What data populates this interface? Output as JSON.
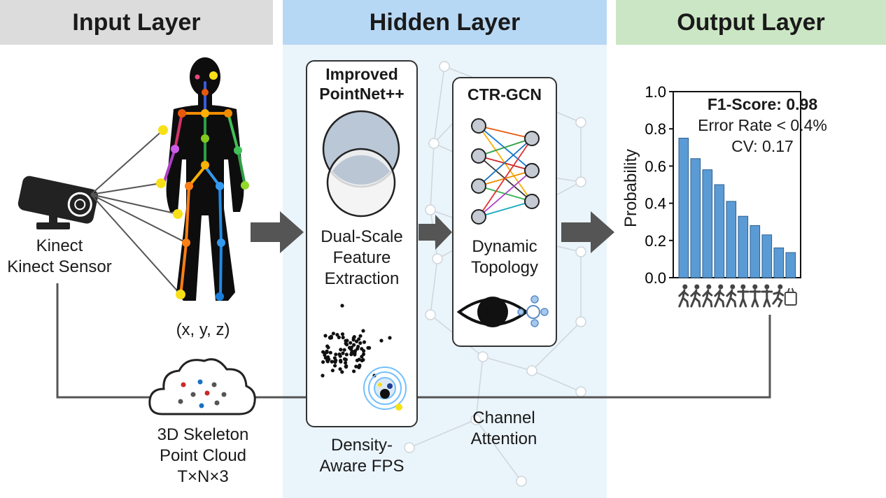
{
  "headers": {
    "input": "Input Layer",
    "hidden": "Hidden Layer",
    "output": "Output Layer"
  },
  "input": {
    "sensor_label_1": "Kinect",
    "sensor_label_2": "Kinect Sensor",
    "coords": "(x, y, z)",
    "cloud_label_1": "3D Skeleton",
    "cloud_label_2": "Point Cloud",
    "cloud_label_3": "T×N×3"
  },
  "hidden": {
    "pointnet_title_1": "Improved",
    "pointnet_title_2": "PointNet++",
    "dual_scale_1": "Dual-Scale",
    "dual_scale_2": "Feature",
    "dual_scale_3": "Extraction",
    "fps_1": "Density-",
    "fps_2": "Aware FPS",
    "ctr_title": "CTR-GCN",
    "dyn_1": "Dynamic",
    "dyn_2": "Topology",
    "attn_1": "Channel",
    "attn_2": "Attention"
  },
  "output": {
    "f1": "F1-Score: 0.98",
    "error": "Error Rate < 0.4%",
    "cv": "CV: 0.17"
  },
  "colors": {
    "input_header": "#dcdcdc",
    "hidden_header": "#b7d8f4",
    "output_header": "#cbe6c4",
    "hidden_bg": "#eaf4fb",
    "bar": "#5b9bd5",
    "arrow": "#555555"
  },
  "chart_data": {
    "type": "bar",
    "ylabel": "Probability",
    "ylim": [
      0,
      1.0
    ],
    "yticks": [
      "0.0",
      "0.2",
      "0.4",
      "0.6",
      "0.8",
      "1.0"
    ],
    "values": [
      0.75,
      0.64,
      0.58,
      0.5,
      0.41,
      0.33,
      0.28,
      0.23,
      0.16,
      0.135
    ],
    "category_icons": [
      "walking-icon",
      "walking-icon",
      "walking-icon",
      "kicking-icon",
      "running-icon",
      "standing-icon",
      "standing-icon",
      "standing-icon",
      "falling-icon",
      "object-icon"
    ]
  }
}
